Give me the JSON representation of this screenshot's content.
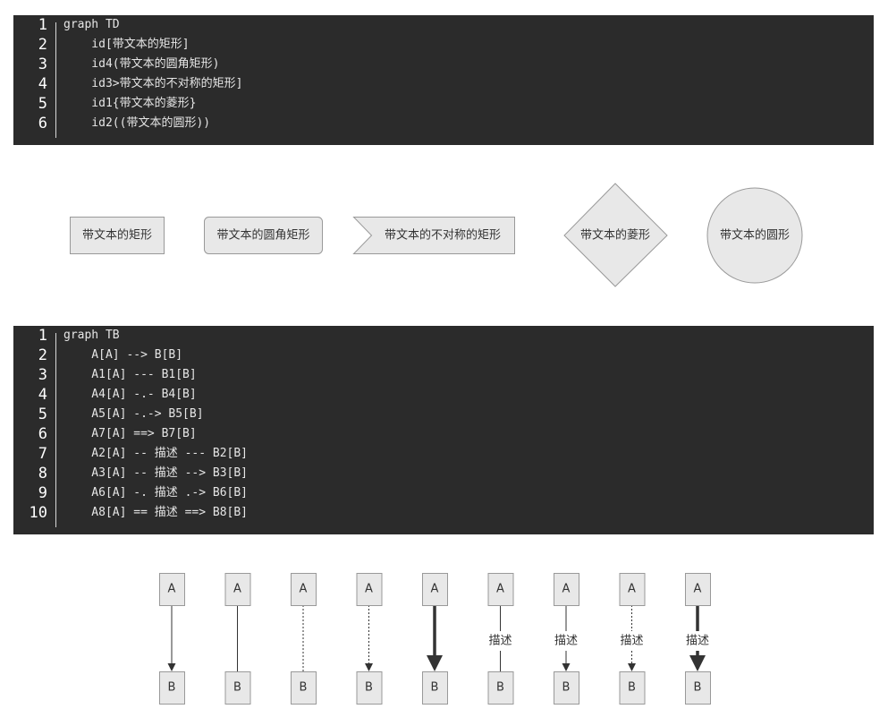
{
  "code_block_1": {
    "lines": [
      {
        "num": "1",
        "text": "graph TD"
      },
      {
        "num": "2",
        "text": "    id[带文本的矩形]"
      },
      {
        "num": "3",
        "text": "    id4(带文本的圆角矩形)"
      },
      {
        "num": "4",
        "text": "    id3>带文本的不对称的矩形]"
      },
      {
        "num": "5",
        "text": "    id1{带文本的菱形}"
      },
      {
        "num": "6",
        "text": "    id2((带文本的圆形))"
      }
    ]
  },
  "shapes": {
    "rect": "带文本的矩形",
    "round_rect": "带文本的圆角矩形",
    "asymmetric": "带文本的不对称的矩形",
    "rhombus": "带文本的菱形",
    "circle": "带文本的圆形"
  },
  "code_block_2": {
    "lines": [
      {
        "num": "1",
        "text": "graph TB"
      },
      {
        "num": "2",
        "text": "    A[A] --> B[B]"
      },
      {
        "num": "3",
        "text": "    A1[A] --- B1[B]"
      },
      {
        "num": "4",
        "text": "    A4[A] -.- B4[B]"
      },
      {
        "num": "5",
        "text": "    A5[A] -.-> B5[B]"
      },
      {
        "num": "6",
        "text": "    A7[A] ==> B7[B]"
      },
      {
        "num": "7",
        "text": "    A2[A] -- 描述 --- B2[B]"
      },
      {
        "num": "8",
        "text": "    A3[A] -- 描述 --> B3[B]"
      },
      {
        "num": "9",
        "text": "    A6[A] -. 描述 .-> B6[B]"
      },
      {
        "num": "10",
        "text": "    A8[A] == 描述 ==> B8[B]"
      }
    ]
  },
  "links": [
    {
      "source": "A",
      "target": "B",
      "style": "solid",
      "arrow": true,
      "label": ""
    },
    {
      "source": "A",
      "target": "B",
      "style": "solid",
      "arrow": false,
      "label": ""
    },
    {
      "source": "A",
      "target": "B",
      "style": "dotted",
      "arrow": false,
      "label": ""
    },
    {
      "source": "A",
      "target": "B",
      "style": "dotted",
      "arrow": true,
      "label": ""
    },
    {
      "source": "A",
      "target": "B",
      "style": "thick",
      "arrow": true,
      "label": ""
    },
    {
      "source": "A",
      "target": "B",
      "style": "solid",
      "arrow": false,
      "label": "描述"
    },
    {
      "source": "A",
      "target": "B",
      "style": "solid",
      "arrow": true,
      "label": "描述"
    },
    {
      "source": "A",
      "target": "B",
      "style": "dotted",
      "arrow": true,
      "label": "描述"
    },
    {
      "source": "A",
      "target": "B",
      "style": "thick",
      "arrow": true,
      "label": "描述"
    }
  ],
  "colors": {
    "code_bg": "#2b2b2b",
    "code_text": "#e6e6e6",
    "node_fill": "#e8e8e8",
    "node_stroke": "#999999",
    "edge": "#333333"
  }
}
